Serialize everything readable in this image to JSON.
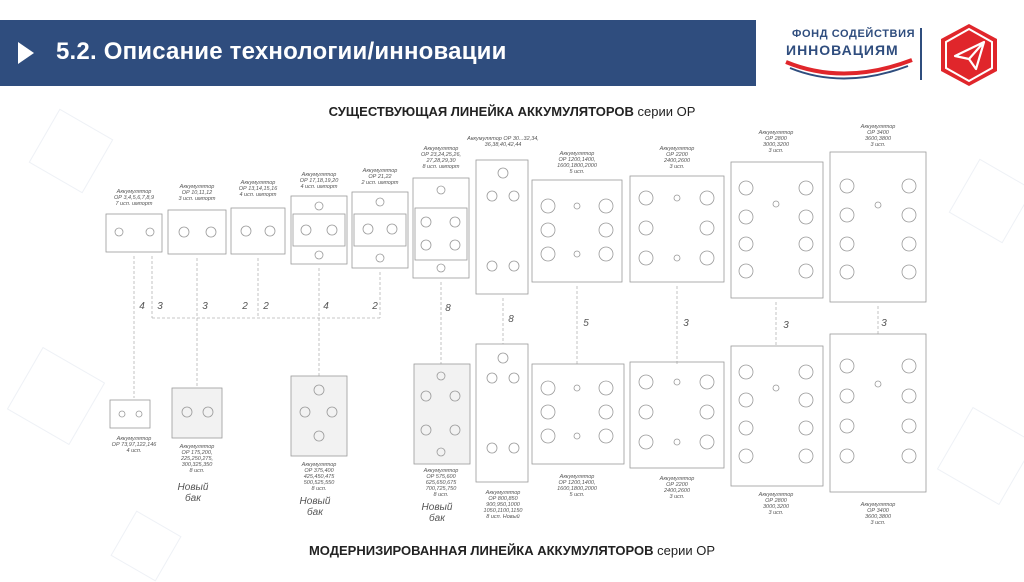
{
  "header": {
    "title": "5.2. Описание технологии/инновации"
  },
  "logo": {
    "line1": "ФОНД СОДЕЙСТВИЯ",
    "line2": "ИННОВАЦИЯМ"
  },
  "colors": {
    "header_bg": "#2f4d7e",
    "logo_red": "#e0262b",
    "logo_blue": "#2f4d7e"
  },
  "diagram": {
    "top_heading": {
      "bold": "СУЩЕСТВУЮЩАЯ ЛИНЕЙКА АККУМУЛЯТОРОВ",
      "normal": "серии ОР"
    },
    "bottom_heading": {
      "bold": "МОДЕРНИЗИРОВАННАЯ ЛИНЕЙКА АККУМУЛЯТОРОВ",
      "normal": "серии ОР"
    },
    "top_row": [
      {
        "label": [
          "Аккумулятор",
          "ОР 3,4,5,6,7,8,9",
          "7 исп. импорт"
        ]
      },
      {
        "label": [
          "Аккумулятор",
          "ОР 10,11,12",
          "3 исп. импорт"
        ]
      },
      {
        "label": [
          "Аккумулятор",
          "ОР 13,14,15,16",
          "4 исп. импорт"
        ]
      },
      {
        "label": [
          "Аккумулятор",
          "ОР 17,18,19,20",
          "4 исп. импорт"
        ]
      },
      {
        "label": [
          "Аккумулятор",
          "ОР 21,22",
          "2 исп. импорт"
        ]
      },
      {
        "label": [
          "Аккумулятор",
          "ОР 23,24,25,26,",
          "27,28,29,30",
          "8 исп. импорт"
        ]
      },
      {
        "label": [
          "Аккумулятор ОР 30...32,34,",
          "36,38,40,42,44"
        ]
      },
      {
        "label": [
          "Аккумулятор",
          "ОР 1200,1400,",
          "1600,1800,2000",
          "5 исп."
        ]
      },
      {
        "label": [
          "Аккумулятор",
          "ОР 2200",
          "2400,2600",
          "3 исп."
        ]
      },
      {
        "label": [
          "Аккумулятор",
          "ОР 2800",
          "3000,3200",
          "3 исп."
        ]
      },
      {
        "label": [
          "Аккумулятор",
          "ОР 3400",
          "3600,3800",
          "3 исп."
        ]
      }
    ],
    "bottom_row": [
      {
        "label": [
          "Аккумулятор",
          "ОР 73,97,122,146",
          "4 исп."
        ]
      },
      {
        "label": [
          "Аккумулятор",
          "ОР 175,200,",
          "225,250,275,",
          "300,325,350",
          "8 исп."
        ],
        "note": [
          "Новый",
          "бак"
        ]
      },
      {
        "label": [
          "Аккумулятор",
          "ОР 375,400",
          "425,450,475",
          "500,525,550",
          "8 исп."
        ],
        "note": [
          "Новый",
          "бак"
        ]
      },
      {
        "label": [
          "Аккумулятор",
          "ОР 575,600",
          "625,650,675",
          "700,725,750",
          "8 исп."
        ],
        "note": [
          "Новый",
          "бак"
        ]
      },
      {
        "label": [
          "Аккумулятор",
          "ОР 800,850",
          "900,950,1000",
          "1050,1100,1150",
          "8 исп. Новый"
        ]
      },
      {
        "label": [
          "Аккумулятор",
          "ОР 1200,1400,",
          "1600,1800,2000",
          "5 исп."
        ]
      },
      {
        "label": [
          "Аккумулятор",
          "ОР 2200",
          "2400,2600",
          "3 исп."
        ]
      },
      {
        "label": [
          "Аккумулятор",
          "ОР 2800",
          "3000,3200",
          "3 исп."
        ]
      },
      {
        "label": [
          "Аккумулятор",
          "ОР 3400",
          "3600,3800",
          "3 исп."
        ]
      }
    ],
    "connector_numbers": [
      "4",
      "3",
      "3",
      "2",
      "2",
      "4",
      "2",
      "8",
      "8",
      "5",
      "3",
      "3",
      "3"
    ]
  }
}
